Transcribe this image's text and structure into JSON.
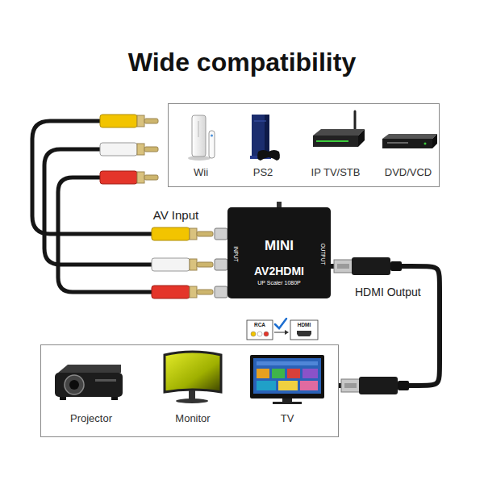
{
  "diagram": {
    "title": "Wide compatibility",
    "nodes": [
      {
        "text": [
          "Wii",
          "PS2",
          "IP TV/STB",
          "DVD/VCD"
        ]
      },
      {
        "text": [
          "MINI",
          "AV2HDMI",
          "UP Scaler 1080P",
          "INPUT",
          "OUTPUT"
        ]
      },
      {
        "text": [
          "Projector",
          "Monitor",
          "TV"
        ]
      }
    ],
    "edges": [
      {
        "from": 1,
        "to": 2,
        "arrow": "none"
      }
    ],
    "labels": [
      "AV Input",
      "HDMI Output",
      "RCA",
      "HDMI"
    ]
  }
}
